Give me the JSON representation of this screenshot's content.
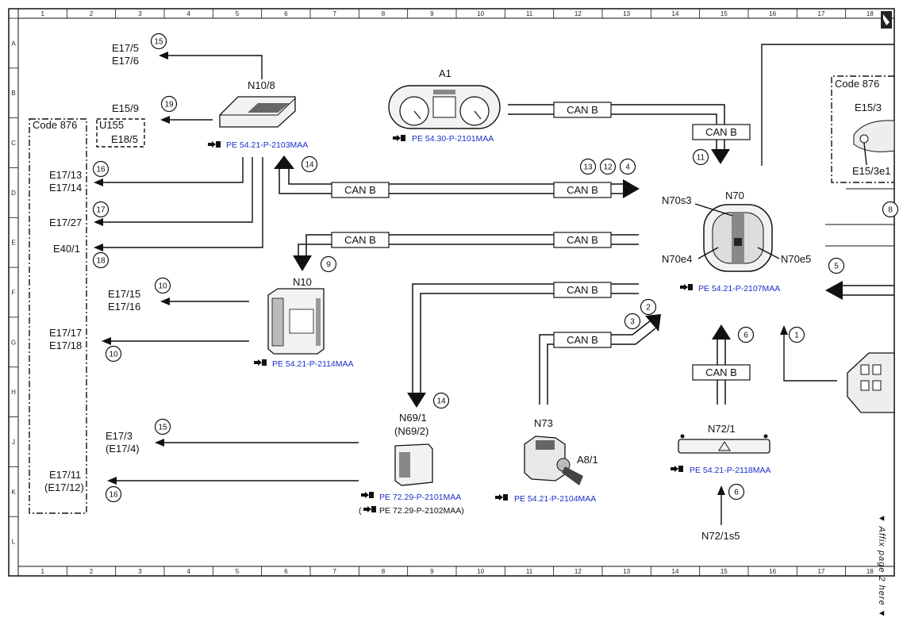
{
  "grid": {
    "columns": [
      "1",
      "2",
      "3",
      "4",
      "5",
      "6",
      "7",
      "8",
      "9",
      "10",
      "11",
      "12",
      "13",
      "14",
      "15",
      "16",
      "17",
      "18"
    ],
    "rows": [
      "A",
      "B",
      "C",
      "D",
      "E",
      "F",
      "G",
      "H",
      "J",
      "K",
      "L"
    ]
  },
  "side_note": "▼ Affix page 2 here ▼",
  "bus_label": "CAN B",
  "codes": {
    "code876": "Code 876"
  },
  "components": {
    "n10_8": "N10/8",
    "n10": "N10",
    "a1": "A1",
    "n70": "N70",
    "n70s3": "N70s3",
    "n70e4": "N70e4",
    "n70e5": "N70e5",
    "n69_1": "N69/1",
    "n69_2": "(N69/2)",
    "n73": "N73",
    "a8_1": "A8/1",
    "n72_1": "N72/1",
    "n72_1s5": "N72/1s5",
    "u155": "U155",
    "e15_9": "E15/9",
    "e18_5": "E18/5",
    "e15_3": "E15/3",
    "e15_3e1": "E15/3e1"
  },
  "outputs": {
    "e17_5": "E17/5",
    "e17_6": "E17/6",
    "e17_13": "E17/13",
    "e17_14": "E17/14",
    "e17_27": "E17/27",
    "e40_1": "E40/1",
    "e17_15": "E17/15",
    "e17_16": "E17/16",
    "e17_17": "E17/17",
    "e17_18": "E17/18",
    "e17_3": "E17/3",
    "e17_4": "(E17/4)",
    "e17_11": "E17/11",
    "e17_12": "(E17/12)"
  },
  "refs": {
    "n10_8": "PE 54.21-P-2103MAA",
    "a1": "PE 54.30-P-2101MAA",
    "n70": "PE 54.21-P-2107MAA",
    "n10": "PE 54.21-P-2114MAA",
    "n69_a": "PE 72.29-P-2101MAA",
    "n69_b": "PE 72.29-P-2102MAA)",
    "n73": "PE 54.21-P-2104MAA",
    "n72_1": "PE 54.21-P-2118MAA"
  },
  "callouts": {
    "c15a": "15",
    "c19": "19",
    "c16a": "16",
    "c17": "17",
    "c18": "18",
    "c10a": "10",
    "c10b": "10",
    "c15b": "15",
    "c16b": "16",
    "c14a": "14",
    "c13": "13",
    "c12": "12",
    "c4": "4",
    "c11": "11",
    "c9": "9",
    "c14b": "14",
    "c2": "2",
    "c3": "3",
    "c6a": "6",
    "c1": "1",
    "c5": "5",
    "c8": "8",
    "c6b": "6"
  },
  "colors": {
    "link": "#1a2fc9",
    "line": "#111111"
  }
}
